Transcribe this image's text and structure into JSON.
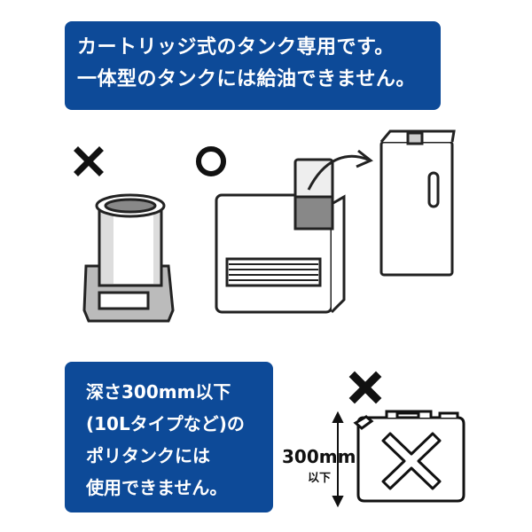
{
  "top_notice": {
    "lines": [
      "カートリッジ式のタンク専用です。",
      "一体型のタンクには給油できません。"
    ]
  },
  "bottom_notice": {
    "lines": [
      "深さ300mm以下",
      "(10Lタイプなど)の",
      "ポリタンクには",
      "使用できません。"
    ]
  },
  "poly_tank": {
    "height_label": "300mm",
    "height_qualifier": "以下"
  },
  "colors": {
    "accent": "#0d4a98",
    "ink": "#111111"
  },
  "icons": [
    "cross-mark-icon",
    "circle-ok-icon",
    "cross-mark-icon"
  ]
}
